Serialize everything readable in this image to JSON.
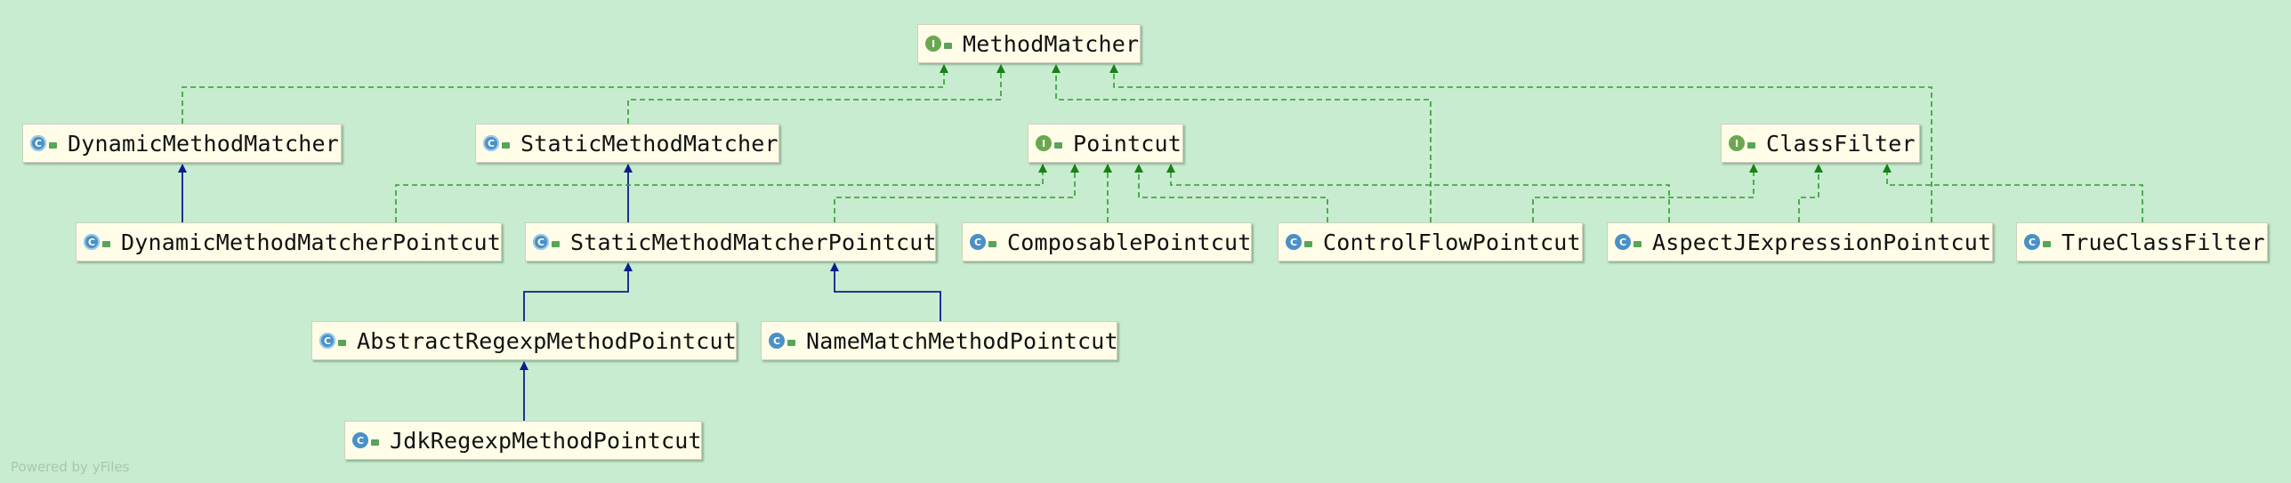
{
  "colors": {
    "background": "#c8ecd0",
    "node_fill": "#fffde8",
    "implements_line": "#2e9e2e",
    "implements_arrow": "#178017",
    "extends_line": "#0a1e8c",
    "interface_icon": "#6aa84f",
    "class_icon": "#4a90c8"
  },
  "icons": {
    "interface": "interface-icon",
    "class": "class-icon",
    "abstract": "abstract-class-icon",
    "access": "public-access-icon"
  },
  "nodes": [
    {
      "id": "MethodMatcher",
      "label": "MethodMatcher",
      "kind": "interface",
      "letter": "I"
    },
    {
      "id": "DynamicMethodMatcher",
      "label": "DynamicMethodMatcher",
      "kind": "abstract",
      "letter": "C"
    },
    {
      "id": "StaticMethodMatcher",
      "label": "StaticMethodMatcher",
      "kind": "abstract",
      "letter": "C"
    },
    {
      "id": "Pointcut",
      "label": "Pointcut",
      "kind": "interface",
      "letter": "I"
    },
    {
      "id": "ClassFilter",
      "label": "ClassFilter",
      "kind": "interface",
      "letter": "I"
    },
    {
      "id": "DynamicMethodMatcherPointcut",
      "label": "DynamicMethodMatcherPointcut",
      "kind": "abstract",
      "letter": "C"
    },
    {
      "id": "StaticMethodMatcherPointcut",
      "label": "StaticMethodMatcherPointcut",
      "kind": "abstract",
      "letter": "C"
    },
    {
      "id": "ComposablePointcut",
      "label": "ComposablePointcut",
      "kind": "class",
      "letter": "C"
    },
    {
      "id": "ControlFlowPointcut",
      "label": "ControlFlowPointcut",
      "kind": "class",
      "letter": "C"
    },
    {
      "id": "AspectJExpressionPointcut",
      "label": "AspectJExpressionPointcut",
      "kind": "class",
      "letter": "C"
    },
    {
      "id": "TrueClassFilter",
      "label": "TrueClassFilter",
      "kind": "class",
      "letter": "C"
    },
    {
      "id": "AbstractRegexpMethodPointcut",
      "label": "AbstractRegexpMethodPointcut",
      "kind": "abstract",
      "letter": "C"
    },
    {
      "id": "NameMatchMethodPointcut",
      "label": "NameMatchMethodPointcut",
      "kind": "class",
      "letter": "C"
    },
    {
      "id": "JdkRegexpMethodPointcut",
      "label": "JdkRegexpMethodPointcut",
      "kind": "class",
      "letter": "C"
    }
  ],
  "edges": [
    {
      "from": "DynamicMethodMatcher",
      "to": "MethodMatcher",
      "type": "implements"
    },
    {
      "from": "StaticMethodMatcher",
      "to": "MethodMatcher",
      "type": "implements"
    },
    {
      "from": "ControlFlowPointcut",
      "to": "MethodMatcher",
      "type": "implements"
    },
    {
      "from": "AspectJExpressionPointcut",
      "to": "MethodMatcher",
      "type": "implements"
    },
    {
      "from": "DynamicMethodMatcherPointcut",
      "to": "DynamicMethodMatcher",
      "type": "extends"
    },
    {
      "from": "StaticMethodMatcherPointcut",
      "to": "StaticMethodMatcher",
      "type": "extends"
    },
    {
      "from": "DynamicMethodMatcherPointcut",
      "to": "Pointcut",
      "type": "implements"
    },
    {
      "from": "StaticMethodMatcherPointcut",
      "to": "Pointcut",
      "type": "implements"
    },
    {
      "from": "ComposablePointcut",
      "to": "Pointcut",
      "type": "implements"
    },
    {
      "from": "ControlFlowPointcut",
      "to": "Pointcut",
      "type": "implements"
    },
    {
      "from": "AspectJExpressionPointcut",
      "to": "Pointcut",
      "type": "implements"
    },
    {
      "from": "ControlFlowPointcut",
      "to": "ClassFilter",
      "type": "implements"
    },
    {
      "from": "AspectJExpressionPointcut",
      "to": "ClassFilter",
      "type": "implements"
    },
    {
      "from": "TrueClassFilter",
      "to": "ClassFilter",
      "type": "implements"
    },
    {
      "from": "AbstractRegexpMethodPointcut",
      "to": "StaticMethodMatcherPointcut",
      "type": "extends"
    },
    {
      "from": "NameMatchMethodPointcut",
      "to": "StaticMethodMatcherPointcut",
      "type": "extends"
    },
    {
      "from": "JdkRegexpMethodPointcut",
      "to": "AbstractRegexpMethodPointcut",
      "type": "extends"
    }
  ],
  "watermark": "Powered by yFiles"
}
